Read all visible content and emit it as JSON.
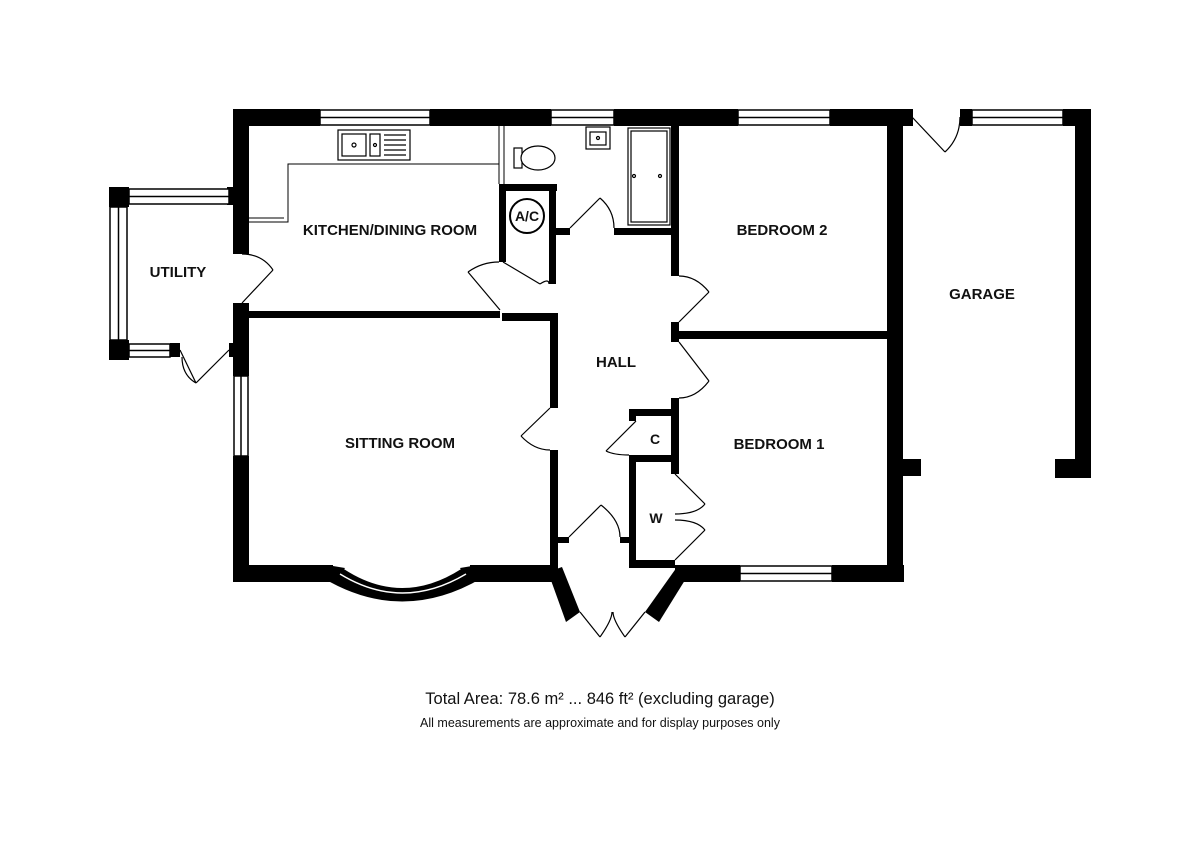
{
  "rooms": {
    "kitchen": "KITCHEN/DINING ROOM",
    "utility": "UTILITY",
    "sitting": "SITTING ROOM",
    "hall": "HALL",
    "bedroom2": "BEDROOM 2",
    "bedroom1": "BEDROOM 1",
    "garage": "GARAGE",
    "airing_cupboard": "A/C",
    "cupboard": "C",
    "wardrobe": "W"
  },
  "footer": {
    "total_area": "Total Area: 78.6 m² ... 846 ft² (excluding garage)",
    "disclaimer": "All measurements are approximate and for display purposes only"
  }
}
